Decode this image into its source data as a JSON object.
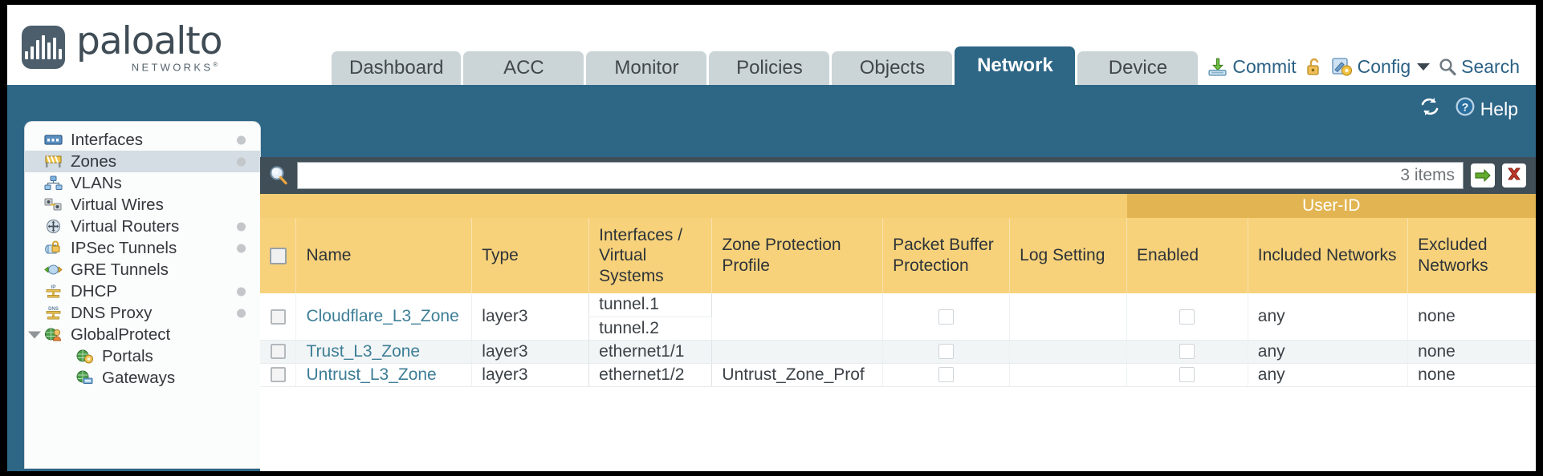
{
  "brand": {
    "name": "paloalto",
    "tagline": "NETWORKS",
    "trademark": "®"
  },
  "nav": {
    "tabs": [
      {
        "label": "Dashboard",
        "active": false
      },
      {
        "label": "ACC",
        "active": false
      },
      {
        "label": "Monitor",
        "active": false
      },
      {
        "label": "Policies",
        "active": false
      },
      {
        "label": "Objects",
        "active": false
      },
      {
        "label": "Network",
        "active": true
      },
      {
        "label": "Device",
        "active": false
      }
    ]
  },
  "top_actions": {
    "commit": "Commit",
    "lock": "",
    "config": "Config",
    "search": "Search"
  },
  "band": {
    "refresh": "",
    "help": "Help"
  },
  "sidebar": {
    "items": [
      {
        "label": "Interfaces",
        "icon": "interfaces-icon",
        "selected": false,
        "child": false,
        "dot": true,
        "disclosure": false
      },
      {
        "label": "Zones",
        "icon": "zones-icon",
        "selected": true,
        "child": false,
        "dot": true,
        "disclosure": false
      },
      {
        "label": "VLANs",
        "icon": "vlans-icon",
        "selected": false,
        "child": false,
        "dot": false,
        "disclosure": false
      },
      {
        "label": "Virtual Wires",
        "icon": "virtual-wires-icon",
        "selected": false,
        "child": false,
        "dot": false,
        "disclosure": false
      },
      {
        "label": "Virtual Routers",
        "icon": "virtual-routers-icon",
        "selected": false,
        "child": false,
        "dot": true,
        "disclosure": false
      },
      {
        "label": "IPSec Tunnels",
        "icon": "ipsec-tunnels-icon",
        "selected": false,
        "child": false,
        "dot": true,
        "disclosure": false
      },
      {
        "label": "GRE Tunnels",
        "icon": "gre-tunnels-icon",
        "selected": false,
        "child": false,
        "dot": false,
        "disclosure": false
      },
      {
        "label": "DHCP",
        "icon": "dhcp-icon",
        "selected": false,
        "child": false,
        "dot": true,
        "disclosure": false
      },
      {
        "label": "DNS Proxy",
        "icon": "dns-proxy-icon",
        "selected": false,
        "child": false,
        "dot": true,
        "disclosure": false
      },
      {
        "label": "GlobalProtect",
        "icon": "globalprotect-icon",
        "selected": false,
        "child": false,
        "dot": false,
        "disclosure": true
      },
      {
        "label": "Portals",
        "icon": "portals-icon",
        "selected": false,
        "child": true,
        "dot": false,
        "disclosure": false
      },
      {
        "label": "Gateways",
        "icon": "gateways-icon",
        "selected": false,
        "child": true,
        "dot": false,
        "disclosure": false
      }
    ]
  },
  "search": {
    "value": "",
    "placeholder": "",
    "item_count": "3 items",
    "apply_icon": "apply-filter-icon",
    "clear_icon": "clear-filter-icon"
  },
  "table": {
    "group_header": "User-ID",
    "columns": [
      "Name",
      "Type",
      "Interfaces / Virtual Systems",
      "Zone Protection Profile",
      "Packet Buffer Protection",
      "Log Setting",
      "Enabled",
      "Included Networks",
      "Excluded Networks"
    ],
    "rows": [
      {
        "name": "Cloudflare_L3_Zone",
        "type": "layer3",
        "interfaces": [
          "tunnel.1",
          "tunnel.2"
        ],
        "zone_protection_profile": "",
        "packet_buffer_protection": false,
        "log_setting": "",
        "userid_enabled": false,
        "included_networks": "any",
        "excluded_networks": "none"
      },
      {
        "name": "Trust_L3_Zone",
        "type": "layer3",
        "interfaces": [
          "ethernet1/1"
        ],
        "zone_protection_profile": "",
        "packet_buffer_protection": false,
        "log_setting": "",
        "userid_enabled": false,
        "included_networks": "any",
        "excluded_networks": "none"
      },
      {
        "name": "Untrust_L3_Zone",
        "type": "layer3",
        "interfaces": [
          "ethernet1/2"
        ],
        "zone_protection_profile": "Untrust_Zone_Prof",
        "packet_buffer_protection": false,
        "log_setting": "",
        "userid_enabled": false,
        "included_networks": "any",
        "excluded_networks": "none"
      }
    ]
  },
  "colors": {
    "brand_blue": "#2e6686",
    "header_yellow": "#f7d27b",
    "group_yellow": "#e2b552",
    "link_blue": "#3d7e96",
    "panel_dark": "#3f4e57"
  }
}
